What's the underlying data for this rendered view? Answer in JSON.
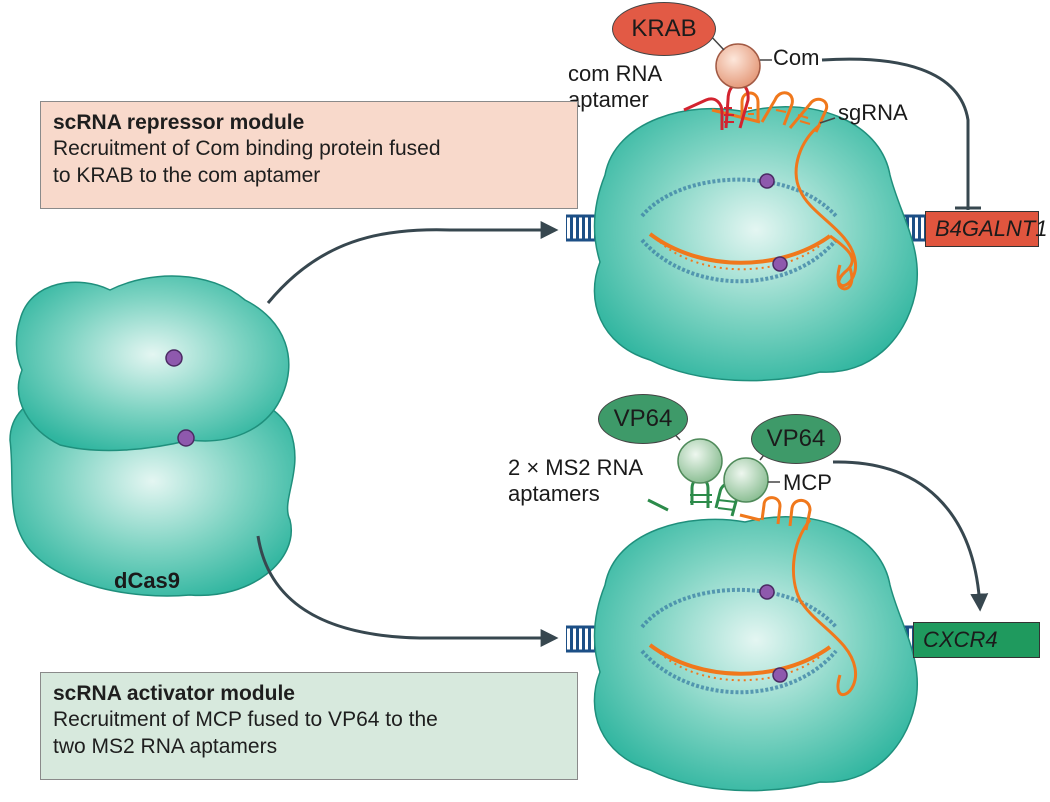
{
  "colors": {
    "protein": "#2fb59f",
    "dna": "#1c4f86",
    "sgrna": "#f0781c",
    "com_aptamer": "#d3232f",
    "ms2_aptamer": "#2c8b4a",
    "arrow": "#37474f",
    "krab": "#e25a45",
    "vp64": "#3e9a69",
    "com_protein": "#f2b9a0",
    "mcp_protein": "#bfe0c4",
    "magnesium": "#8e59ad"
  },
  "repressor_box": {
    "title": "scRNA repressor module",
    "line1": "Recruitment of Com binding protein fused",
    "line2": "to KRAB to the com aptamer"
  },
  "activator_box": {
    "title": "scRNA activator module",
    "line1": "Recruitment of MCP fused to VP64 to the",
    "line2": "two MS2 RNA aptamers"
  },
  "labels": {
    "dcas9": "dCas9",
    "krab": "KRAB",
    "com": "Com",
    "com_aptamer_line1": "com RNA",
    "com_aptamer_line2": "aptamer",
    "sgrna": "sgRNA",
    "vp64_a": "VP64",
    "vp64_b": "VP64",
    "ms2_line1": "2 × MS2 RNA",
    "ms2_line2": "aptamers",
    "mcp": "MCP",
    "gene_repressed": "B4GALNT1",
    "gene_activated": "CXCR4"
  },
  "icons": [
    "inhibition-arrow-icon",
    "activation-arrow-icon",
    "magnesium-ion-icon"
  ]
}
